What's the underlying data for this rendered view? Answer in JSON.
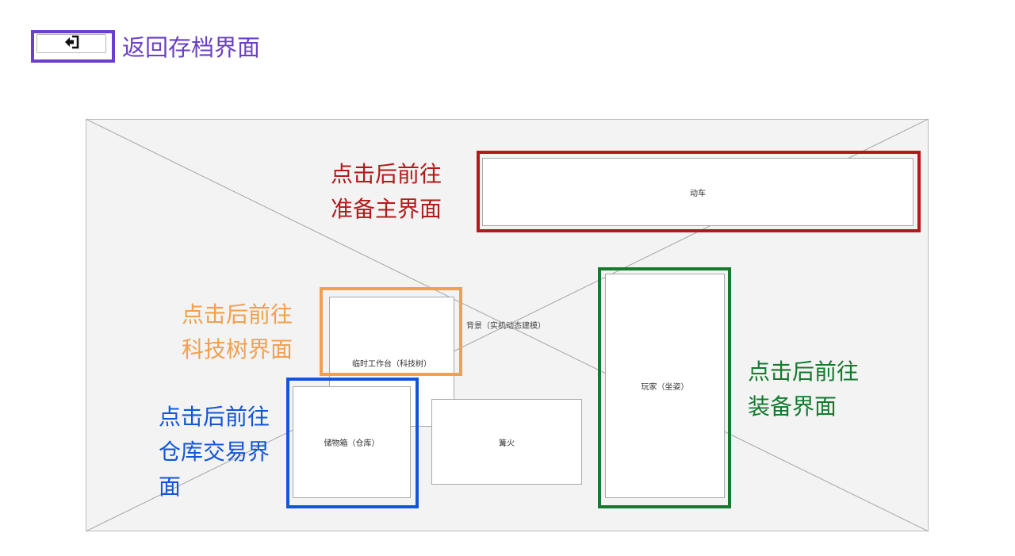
{
  "header": {
    "back_icon": "exit-arrow-icon",
    "back_title": "返回存档界面"
  },
  "scene": {
    "background_label": "背景（实机动态建模）",
    "car_label": "动车",
    "workbench_label": "临时工作台（科技树）",
    "storage_label": "储物箱（仓库）",
    "campfire_label": "篝火",
    "player_label": "玩家（坐姿）"
  },
  "annotations": {
    "car": [
      "点击后前往",
      "准备主界面"
    ],
    "workbench": [
      "点击后前往",
      "科技树界面"
    ],
    "storage": [
      "点击后前往",
      "仓库交易界",
      "面"
    ],
    "player": [
      "点击后前往",
      "装备界面"
    ]
  },
  "colors": {
    "back": "#6a3fc9",
    "car": "#b21a1a",
    "workbench": "#f0a050",
    "storage": "#1256d8",
    "player": "#137a2e"
  }
}
